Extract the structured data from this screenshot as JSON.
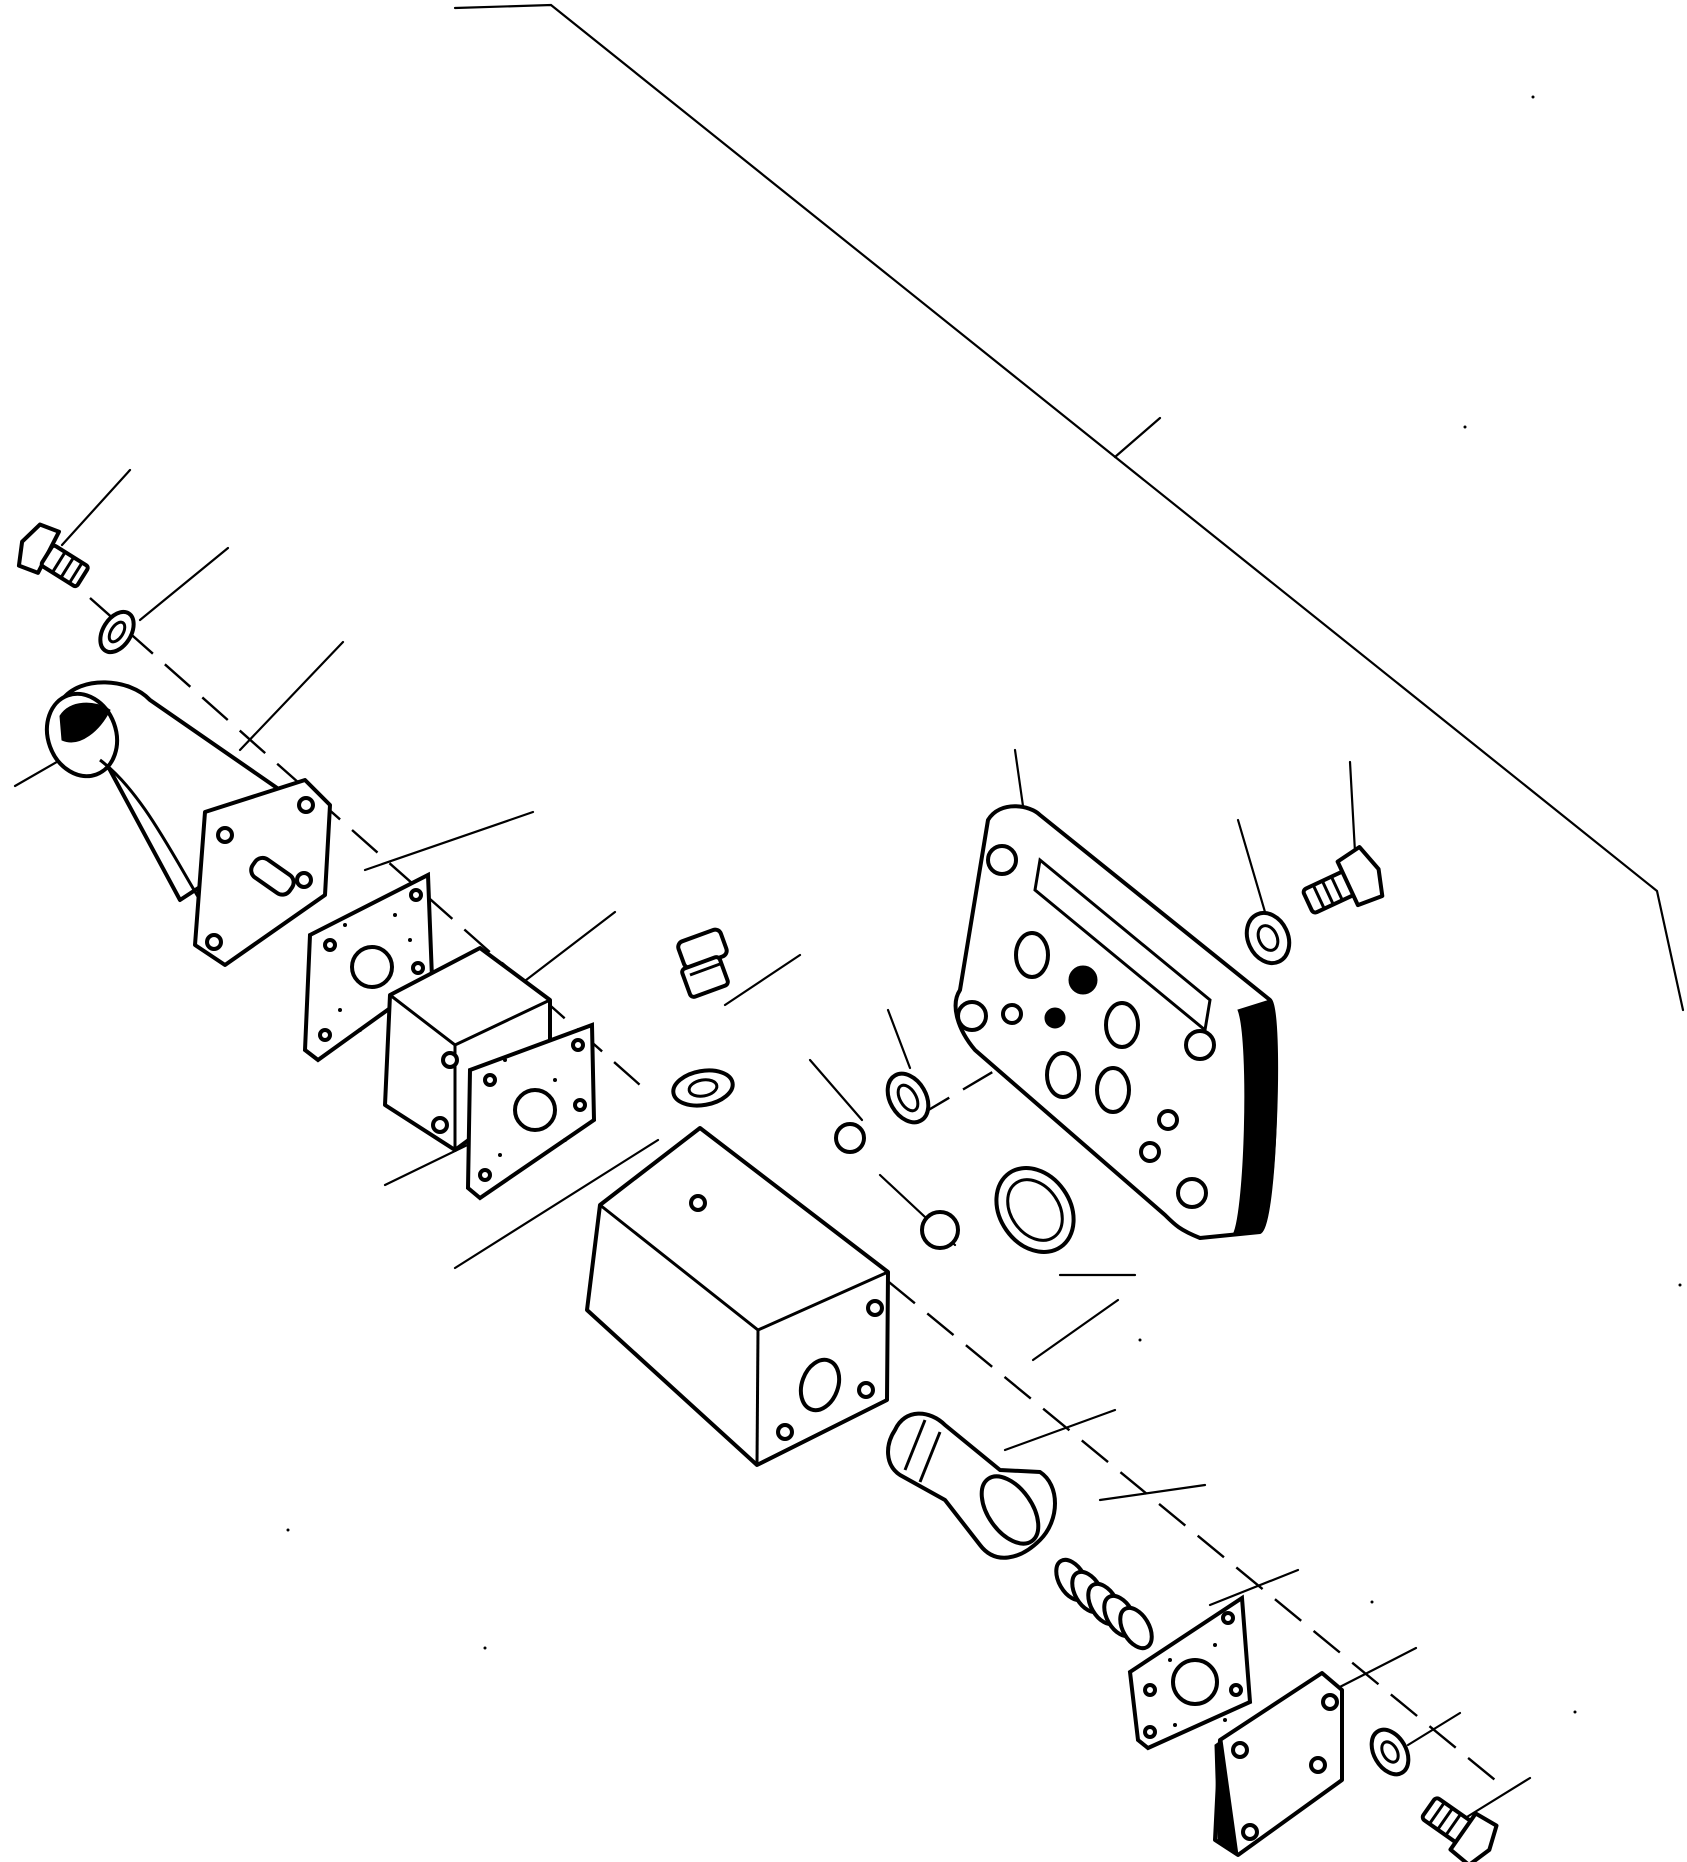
{
  "diagram": {
    "kind": "exploded parts illustration",
    "line_color": "#000000",
    "background": "#ffffff",
    "parts": [
      {
        "id": "bolt-upper-left",
        "icon": "bolt-icon"
      },
      {
        "id": "washer-upper-left",
        "icon": "washer-icon"
      },
      {
        "id": "solenoid",
        "icon": "solenoid-icon"
      },
      {
        "id": "gasket-1",
        "icon": "gasket-icon"
      },
      {
        "id": "spacer-block",
        "icon": "block-icon"
      },
      {
        "id": "gasket-2",
        "icon": "gasket-icon"
      },
      {
        "id": "plug",
        "icon": "plug-icon"
      },
      {
        "id": "plug-washer",
        "icon": "washer-icon"
      },
      {
        "id": "valve-body",
        "icon": "valve-body-icon"
      },
      {
        "id": "ball-1",
        "icon": "ball-icon"
      },
      {
        "id": "ball-2",
        "icon": "ball-icon"
      },
      {
        "id": "seal-small",
        "icon": "o-ring-icon"
      },
      {
        "id": "o-ring-large",
        "icon": "o-ring-icon"
      },
      {
        "id": "manifold-plate",
        "icon": "plate-icon"
      },
      {
        "id": "washer-upper-right",
        "icon": "washer-icon"
      },
      {
        "id": "bolt-upper-right",
        "icon": "bolt-icon"
      },
      {
        "id": "spool",
        "icon": "spool-icon"
      },
      {
        "id": "spring",
        "icon": "spring-icon"
      },
      {
        "id": "gasket-3",
        "icon": "gasket-icon"
      },
      {
        "id": "end-cover",
        "icon": "cover-icon"
      },
      {
        "id": "washer-lower-right",
        "icon": "washer-icon"
      },
      {
        "id": "bolt-lower-right",
        "icon": "bolt-icon"
      }
    ]
  }
}
